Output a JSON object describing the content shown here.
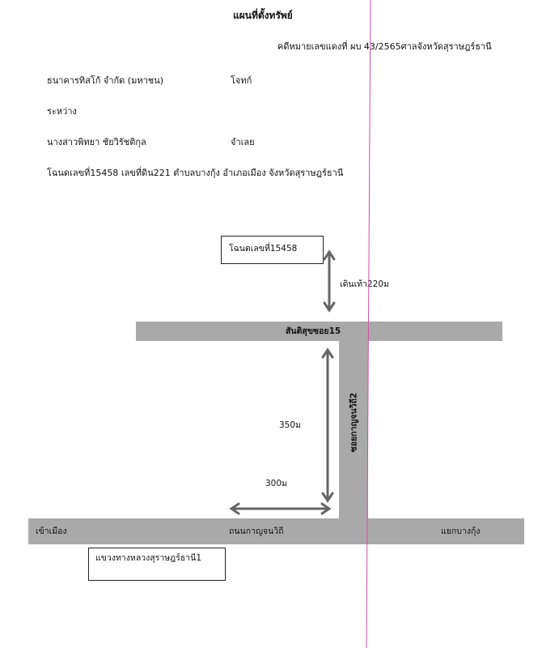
{
  "header": {
    "title": "แผนที่ตั้งทรัพย์",
    "case_line": "คดีหมายเลขแดงที่ ผบ 43/2565ศาลจังหวัดสุราษฎร์ธานี"
  },
  "parties": {
    "plaintiff_name": "ธนาคารทิสโก้ จำกัด (มหาชน)",
    "plaintiff_role": "โจทก์",
    "between": "ระหว่าง",
    "defendant_name": "นางสาวพิทยา ชัยวิรัชติกุล",
    "defendant_role": "จำเลย"
  },
  "deed_line": "โฉนดเลขที่15458 เลขที่ดิน221 ตำบลบางกุ้ง อำเภอเมือง จังหวัดสุราษฎร์ธานี",
  "map": {
    "deed_box": "โฉนดเลขที่15458",
    "walk_label": "เดินเท้า220ม",
    "soi15": "สันติสุขซอย15",
    "soi_kanchanawithi2": "ซอยกาญจนวิถี2",
    "dist_350": "350ม",
    "dist_300": "300ม",
    "main_road_left": "เข้าเมือง",
    "main_road_center": "ถนนกาญจนวิถี",
    "main_road_right": "แยกบางกุ้ง",
    "landmark_box": "แขวงทางหลวงสุราษฎร์ธานี1"
  },
  "colors": {
    "road": "#a9a9a9",
    "arrow": "#666666",
    "margin_line": "#d24fa6"
  }
}
